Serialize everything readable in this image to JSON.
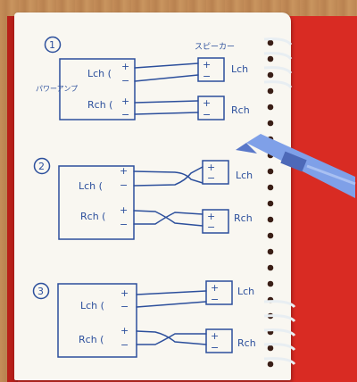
{
  "notes": {
    "diagram_1": {
      "number": "1",
      "speaker_heading": "スピーカー",
      "amp_name": "パワーアンプ",
      "amp_lch": "Lch (",
      "amp_rch": "Rch (",
      "spk_lch": "Lch",
      "spk_rch": "Rch"
    },
    "diagram_2": {
      "number": "2",
      "amp_lch": "Lch (",
      "amp_rch": "Rch (",
      "spk_lch": "Lch",
      "spk_rch": "Rch"
    },
    "diagram_3": {
      "number": "3",
      "amp_lch": "Lch (",
      "amp_rch": "Rch (",
      "spk_lch": "Lch",
      "spk_rch": "Rch"
    },
    "plus": "+",
    "minus": "−"
  },
  "colors": {
    "ink": "#2c4f9c",
    "binder": "#d92b23",
    "pen": "#7fa0e8",
    "paper": "#f9f7f1"
  }
}
